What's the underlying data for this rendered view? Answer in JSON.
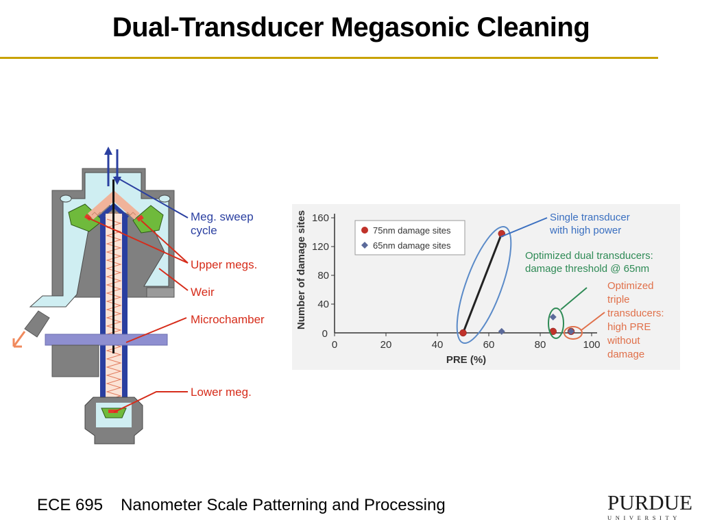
{
  "slide": {
    "title": "Dual-Transducer Megasonic Cleaning",
    "footer_course": "ECE 695",
    "footer_subject": "Nanometer Scale Patterning and Processing",
    "logo_text": "PURDUE",
    "logo_subtext": "UNIVERSITY"
  },
  "diagram": {
    "labels": {
      "sweep_line1": "Meg. sweep",
      "sweep_line2": "cycle",
      "upper_megs": "Upper megs.",
      "weir": "Weir",
      "microchamber": "Microchamber",
      "lower_meg": "Lower meg."
    },
    "colors": {
      "chamber_fill": "#cfeef2",
      "housing": "#808080",
      "transducer": "#6fba3c",
      "arrow_blue": "#2a3fa0",
      "label_red": "#d62c1a",
      "label_blue": "#2a3fa0",
      "outlet_orange": "#f08a5d",
      "cap_purple": "#8e8fd0"
    }
  },
  "chart_data": {
    "type": "scatter",
    "xlabel": "PRE (%)",
    "ylabel": "Number of damage sites",
    "xlim": [
      0,
      100
    ],
    "ylim": [
      0,
      160
    ],
    "x_ticks": [
      0,
      20,
      40,
      60,
      80,
      100
    ],
    "y_ticks": [
      40,
      80,
      120,
      160
    ],
    "series": [
      {
        "name": "75nm damage sites",
        "marker": "circle",
        "color": "#c0322a",
        "points": [
          [
            50,
            0
          ],
          [
            65,
            138
          ],
          [
            85,
            2
          ],
          [
            92,
            2
          ]
        ]
      },
      {
        "name": "65nm damage sites",
        "marker": "diamond",
        "color": "#5b6a9a",
        "points": [
          [
            65,
            2
          ],
          [
            85,
            22
          ],
          [
            92,
            2
          ]
        ]
      }
    ],
    "connector": [
      [
        50,
        0
      ],
      [
        65,
        138
      ]
    ],
    "legend_position": "top-left",
    "annotations": [
      {
        "lines": [
          "Single transducer",
          "with high power"
        ],
        "color": "#3a6fc0"
      },
      {
        "lines": [
          "Optimized dual transducers:",
          "damage threshold @ 65nm"
        ],
        "color": "#2e8a55"
      },
      {
        "lines": [
          "Optimized",
          "triple",
          "transducers:",
          "high PRE",
          "without",
          "damage"
        ],
        "color": "#e0704a"
      }
    ]
  }
}
